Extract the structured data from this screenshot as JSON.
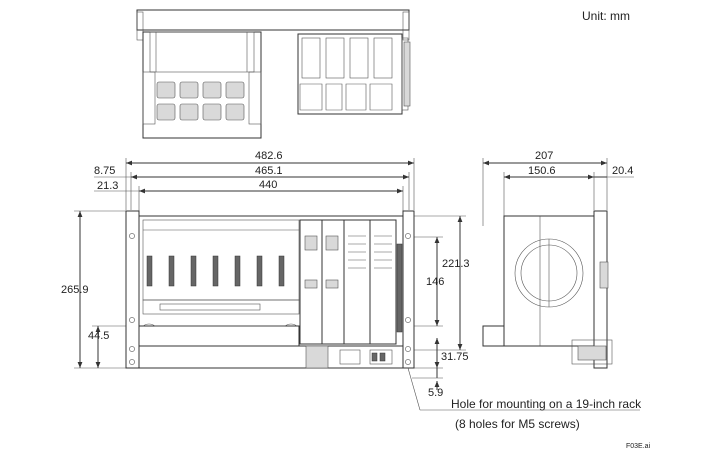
{
  "unit_label": "Unit: mm",
  "footer_code": "F03E.ai",
  "front_view": {
    "widths": [
      "482.6",
      "465.1",
      "440"
    ],
    "left_offsets": [
      "8.75",
      "21.3"
    ],
    "overall_height": "265.9",
    "bottom_height": "44.5",
    "inner_height": "221.3",
    "middle_height": "146",
    "bottom_gap": "31.75",
    "hole_offset": "5.9"
  },
  "side_view": {
    "depth_total": "207",
    "depth_body": "150.6",
    "depth_flange": "20.4"
  },
  "hole_note": {
    "line1": "Hole for mounting on a 19-inch rack",
    "line2": "(8 holes for M5 screws)"
  }
}
